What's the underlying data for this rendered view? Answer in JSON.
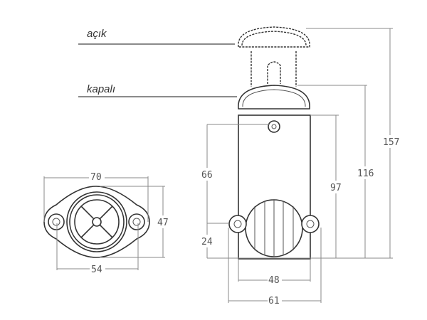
{
  "labels": {
    "open": "açık",
    "closed": "kapalı"
  },
  "front_view": {
    "width": "70",
    "height": "47",
    "hole_spacing": "54"
  },
  "side_view": {
    "total_height_open": "157",
    "total_height_closed": "116",
    "body_height": "97",
    "top_hole_to_base": "66",
    "bottom_hole_to_base": "24",
    "body_width": "48",
    "flange_width": "61"
  }
}
